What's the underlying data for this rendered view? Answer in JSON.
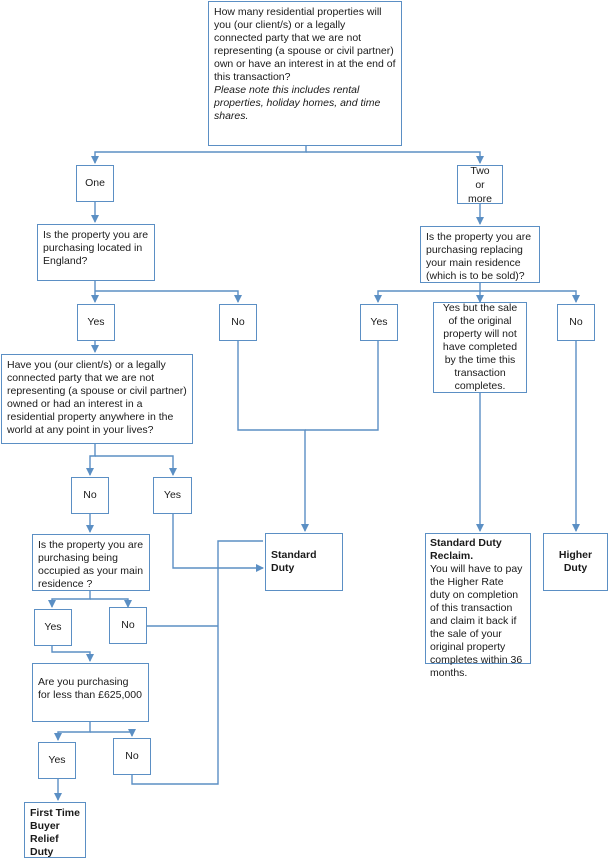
{
  "nodes": {
    "q_count": {
      "text": "How many residential properties will you (our client/s) or a legally connected party that we are not representing (a spouse or civil partner) own or have an interest in at the end of this transaction?",
      "note": "Please note this includes rental properties, holiday homes, and time shares."
    },
    "one": "One",
    "two_or_more": "Two or more",
    "q_england": "Is the property you are purchasing located in England?",
    "q_replacing": "Is the property you are purchasing replacing your main residence (which is to be sold)?",
    "yes_england": "Yes",
    "no_england": "No",
    "yes_replacing": "Yes",
    "yes_but_sale": "Yes but the sale of the original property will not have completed by the time this transaction completes.",
    "no_replacing": "No",
    "q_owned": "Have you (our client/s) or a legally connected party that we are not representing (a spouse or civil partner) owned or had an interest in a residential property anywhere in the world at any point in your lives?",
    "no_owned": "No",
    "yes_owned": "Yes",
    "q_main_residence": "Is the property you are purchasing being occupied as your main residence ?",
    "standard_duty": "Standard Duty",
    "standard_reclaim_title": "Standard Duty Reclaim.",
    "standard_reclaim_text": "You will have to pay the Higher Rate duty on completion of this transaction and claim it back if the sale of your original property completes within 36 months.",
    "higher_duty": "Higher Duty",
    "yes_main": "Yes",
    "no_main": "No",
    "q_price": "Are you purchasing for less than £625,000",
    "yes_price": "Yes",
    "no_price": "No",
    "ftb_relief": "First Time Buyer Relief Duty"
  },
  "colors": {
    "line": "#5b8fc4",
    "box_border": "#5b8fc4",
    "text": "#1a1a1a"
  }
}
